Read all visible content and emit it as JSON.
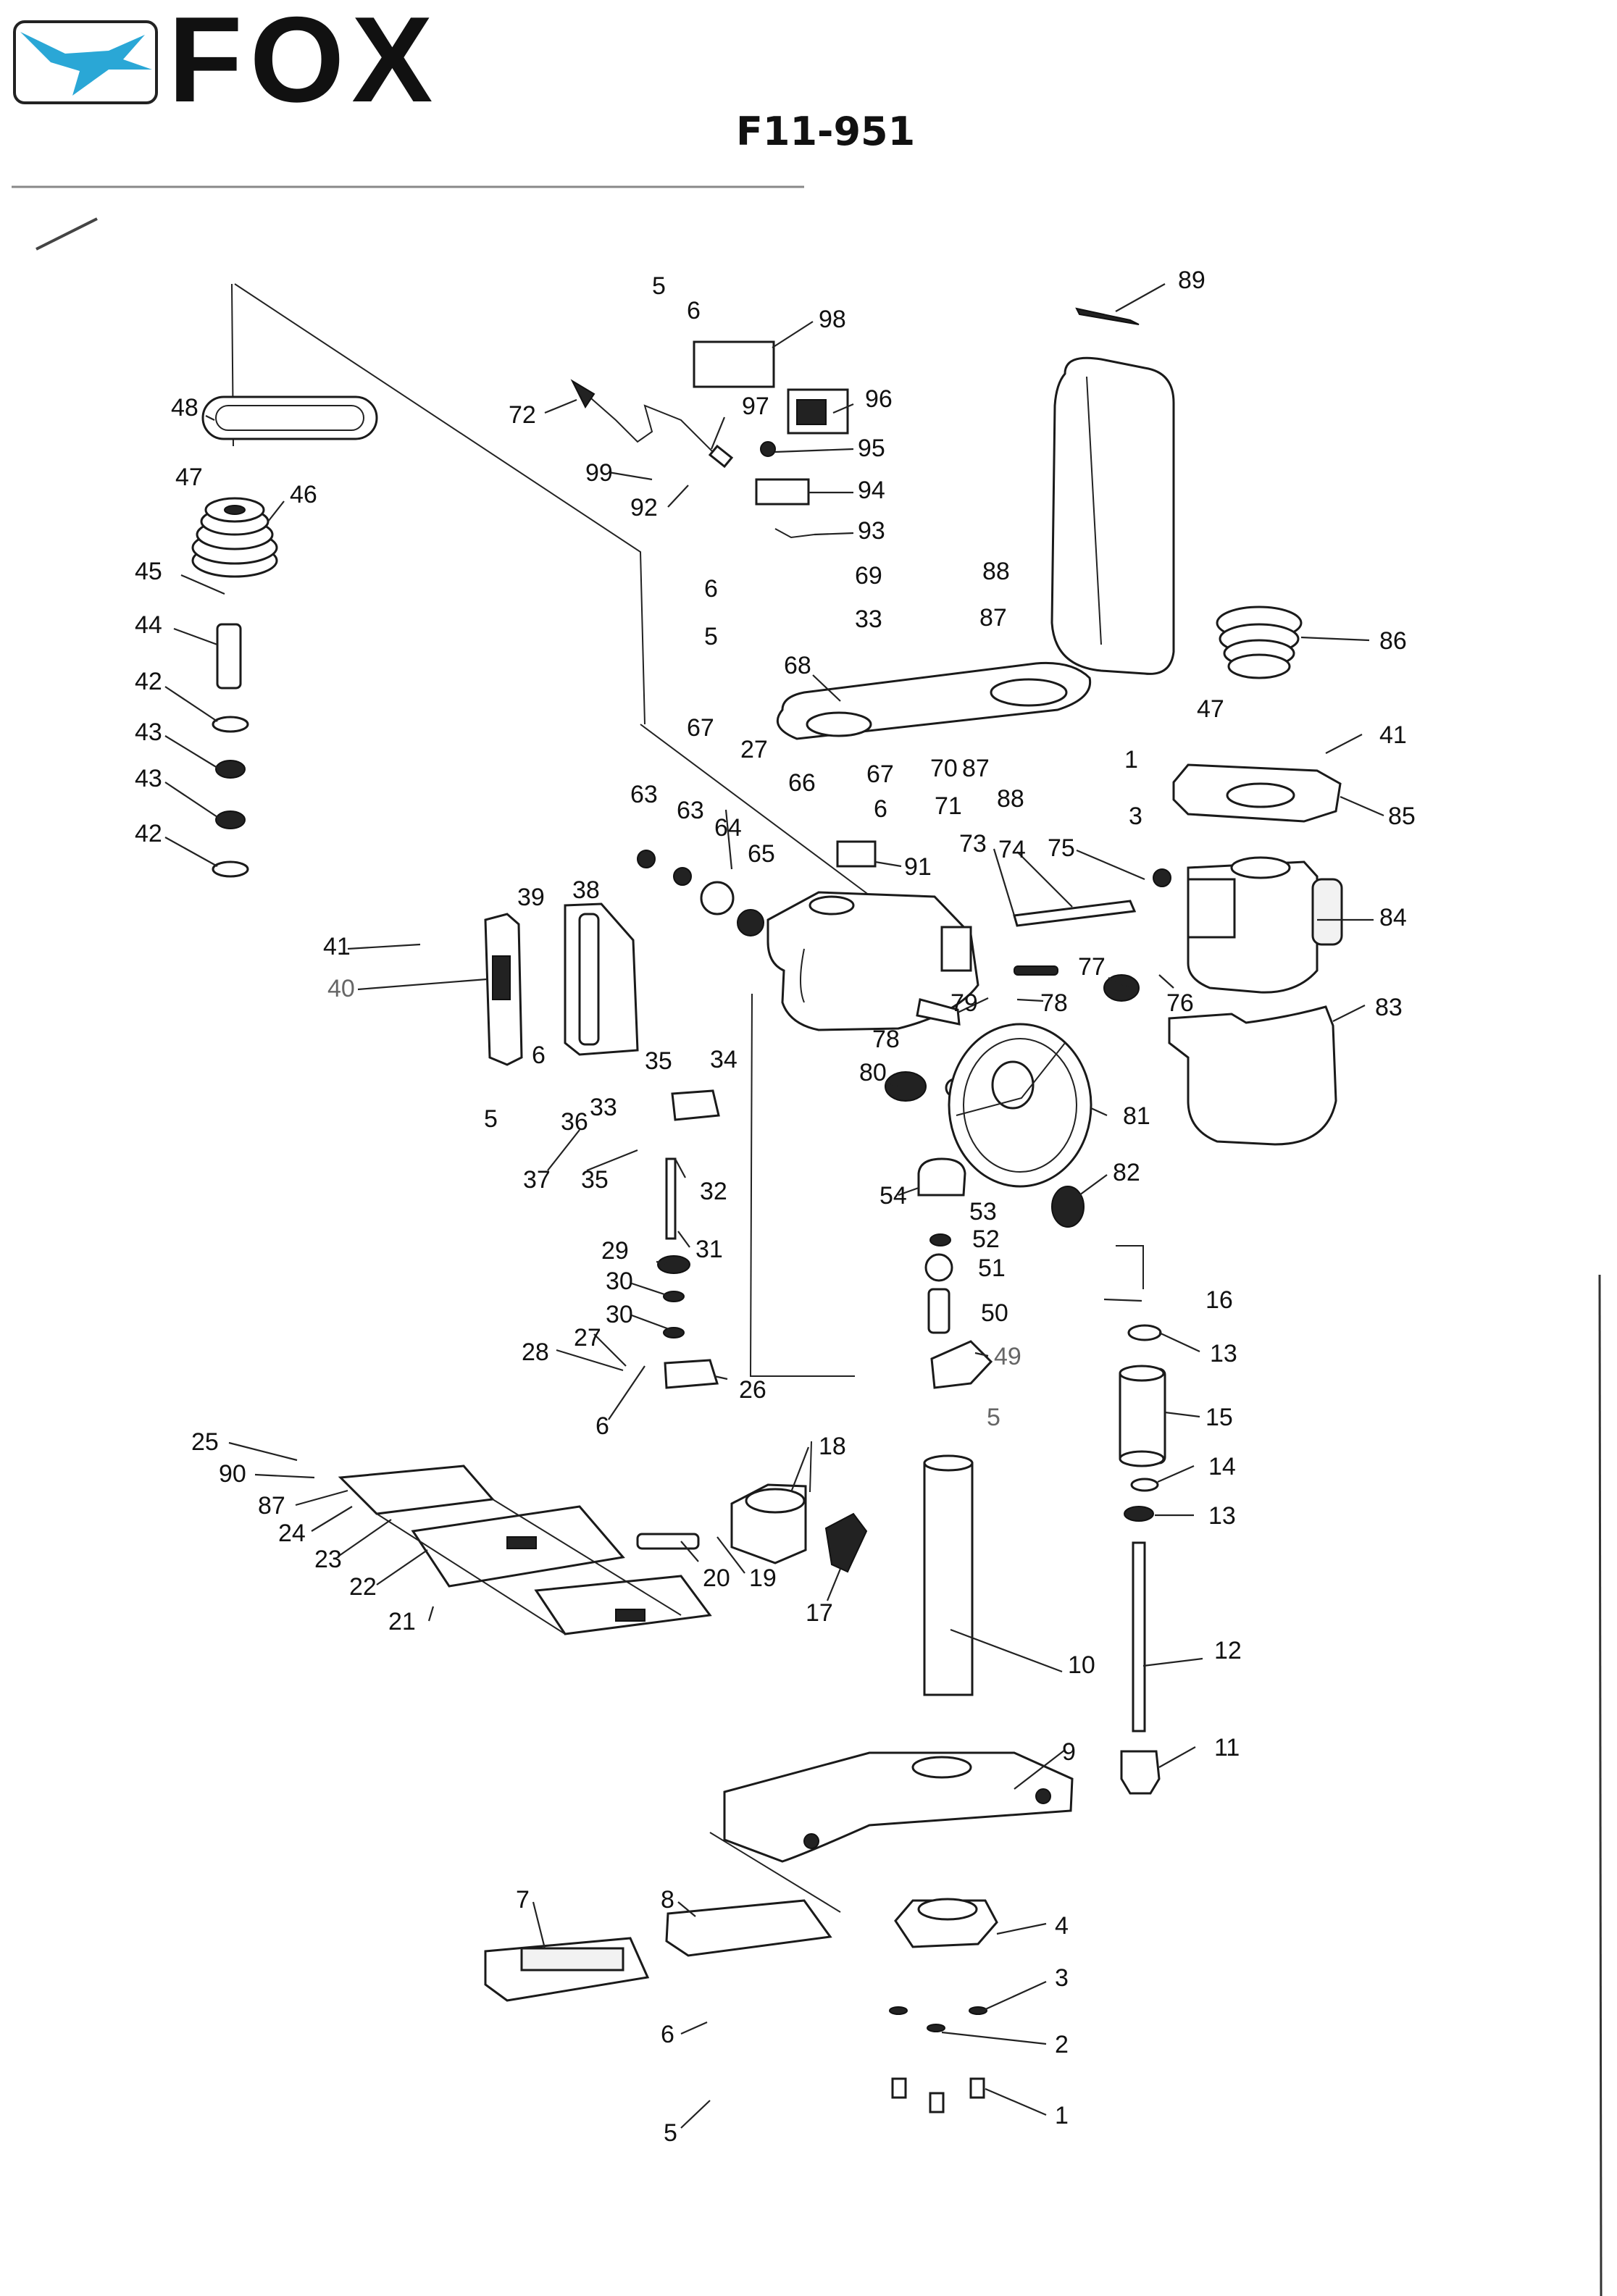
{
  "header": {
    "brand": "FOX",
    "model": "F11-951",
    "logo_icon": "fox-leaping-logo-icon",
    "logo_color": "#2aa7d6"
  },
  "diagram": {
    "type": "exploded-parts-diagram",
    "labels": [
      {
        "id": "89",
        "text": "89"
      },
      {
        "id": "5a",
        "text": "5"
      },
      {
        "id": "6a",
        "text": "6"
      },
      {
        "id": "98",
        "text": "98"
      },
      {
        "id": "96",
        "text": "96"
      },
      {
        "id": "97",
        "text": "97"
      },
      {
        "id": "72",
        "text": "72"
      },
      {
        "id": "95",
        "text": "95"
      },
      {
        "id": "99",
        "text": "99"
      },
      {
        "id": "94",
        "text": "94"
      },
      {
        "id": "92",
        "text": "92"
      },
      {
        "id": "93",
        "text": "93"
      },
      {
        "id": "6b",
        "text": "6"
      },
      {
        "id": "5b",
        "text": "5"
      },
      {
        "id": "69",
        "text": "69"
      },
      {
        "id": "88a",
        "text": "88"
      },
      {
        "id": "33a",
        "text": "33"
      },
      {
        "id": "87a",
        "text": "87"
      },
      {
        "id": "86",
        "text": "86"
      },
      {
        "id": "47b",
        "text": "47"
      },
      {
        "id": "68",
        "text": "68"
      },
      {
        "id": "48",
        "text": "48"
      },
      {
        "id": "47a",
        "text": "47"
      },
      {
        "id": "46",
        "text": "46"
      },
      {
        "id": "45",
        "text": "45"
      },
      {
        "id": "44",
        "text": "44"
      },
      {
        "id": "42a",
        "text": "42"
      },
      {
        "id": "43a",
        "text": "43"
      },
      {
        "id": "43b",
        "text": "43"
      },
      {
        "id": "42b",
        "text": "42"
      },
      {
        "id": "67a",
        "text": "67"
      },
      {
        "id": "27a",
        "text": "27"
      },
      {
        "id": "66",
        "text": "66"
      },
      {
        "id": "67b",
        "text": "67"
      },
      {
        "id": "6c",
        "text": "6"
      },
      {
        "id": "70",
        "text": "70"
      },
      {
        "id": "87b",
        "text": "87"
      },
      {
        "id": "88b",
        "text": "88"
      },
      {
        "id": "71",
        "text": "71"
      },
      {
        "id": "1a",
        "text": "1"
      },
      {
        "id": "3a",
        "text": "3"
      },
      {
        "id": "41a",
        "text": "41"
      },
      {
        "id": "85",
        "text": "85"
      },
      {
        "id": "63a",
        "text": "63"
      },
      {
        "id": "63b",
        "text": "63"
      },
      {
        "id": "64",
        "text": "64"
      },
      {
        "id": "65",
        "text": "65"
      },
      {
        "id": "73",
        "text": "73"
      },
      {
        "id": "74",
        "text": "74"
      },
      {
        "id": "75",
        "text": "75"
      },
      {
        "id": "91",
        "text": "91"
      },
      {
        "id": "84",
        "text": "84"
      },
      {
        "id": "39",
        "text": "39"
      },
      {
        "id": "38",
        "text": "38"
      },
      {
        "id": "41b",
        "text": "41"
      },
      {
        "id": "40",
        "text": "40"
      },
      {
        "id": "77",
        "text": "77"
      },
      {
        "id": "78a",
        "text": "78"
      },
      {
        "id": "79",
        "text": "79"
      },
      {
        "id": "76",
        "text": "76"
      },
      {
        "id": "83",
        "text": "83"
      },
      {
        "id": "35a",
        "text": "35"
      },
      {
        "id": "34",
        "text": "34"
      },
      {
        "id": "6d",
        "text": "6"
      },
      {
        "id": "5c",
        "text": "5"
      },
      {
        "id": "33b",
        "text": "33"
      },
      {
        "id": "36",
        "text": "36"
      },
      {
        "id": "37",
        "text": "37"
      },
      {
        "id": "35b",
        "text": "35"
      },
      {
        "id": "32",
        "text": "32"
      },
      {
        "id": "78b",
        "text": "78"
      },
      {
        "id": "80",
        "text": "80"
      },
      {
        "id": "81",
        "text": "81"
      },
      {
        "id": "82",
        "text": "82"
      },
      {
        "id": "54",
        "text": "54"
      },
      {
        "id": "53",
        "text": "53"
      },
      {
        "id": "52",
        "text": "52"
      },
      {
        "id": "51",
        "text": "51"
      },
      {
        "id": "29",
        "text": "29"
      },
      {
        "id": "31",
        "text": "31"
      },
      {
        "id": "30a",
        "text": "30"
      },
      {
        "id": "30b",
        "text": "30"
      },
      {
        "id": "50",
        "text": "50"
      },
      {
        "id": "16",
        "text": "16"
      },
      {
        "id": "13a",
        "text": "13"
      },
      {
        "id": "28",
        "text": "28"
      },
      {
        "id": "27b",
        "text": "27"
      },
      {
        "id": "26",
        "text": "26"
      },
      {
        "id": "6e",
        "text": "6"
      },
      {
        "id": "49",
        "text": "49"
      },
      {
        "id": "5d",
        "text": "5"
      },
      {
        "id": "15",
        "text": "15"
      },
      {
        "id": "25",
        "text": "25"
      },
      {
        "id": "90",
        "text": "90"
      },
      {
        "id": "87c",
        "text": "87"
      },
      {
        "id": "24",
        "text": "24"
      },
      {
        "id": "23",
        "text": "23"
      },
      {
        "id": "22",
        "text": "22"
      },
      {
        "id": "21",
        "text": "21"
      },
      {
        "id": "18",
        "text": "18"
      },
      {
        "id": "20",
        "text": "20"
      },
      {
        "id": "19",
        "text": "19"
      },
      {
        "id": "17",
        "text": "17"
      },
      {
        "id": "14",
        "text": "14"
      },
      {
        "id": "13b",
        "text": "13"
      },
      {
        "id": "10",
        "text": "10"
      },
      {
        "id": "12",
        "text": "12"
      },
      {
        "id": "11",
        "text": "11"
      },
      {
        "id": "9",
        "text": "9"
      },
      {
        "id": "7",
        "text": "7"
      },
      {
        "id": "8",
        "text": "8"
      },
      {
        "id": "4",
        "text": "4"
      },
      {
        "id": "3b",
        "text": "3"
      },
      {
        "id": "6f",
        "text": "6"
      },
      {
        "id": "2",
        "text": "2"
      },
      {
        "id": "1b",
        "text": "1"
      },
      {
        "id": "5e",
        "text": "5"
      }
    ]
  }
}
